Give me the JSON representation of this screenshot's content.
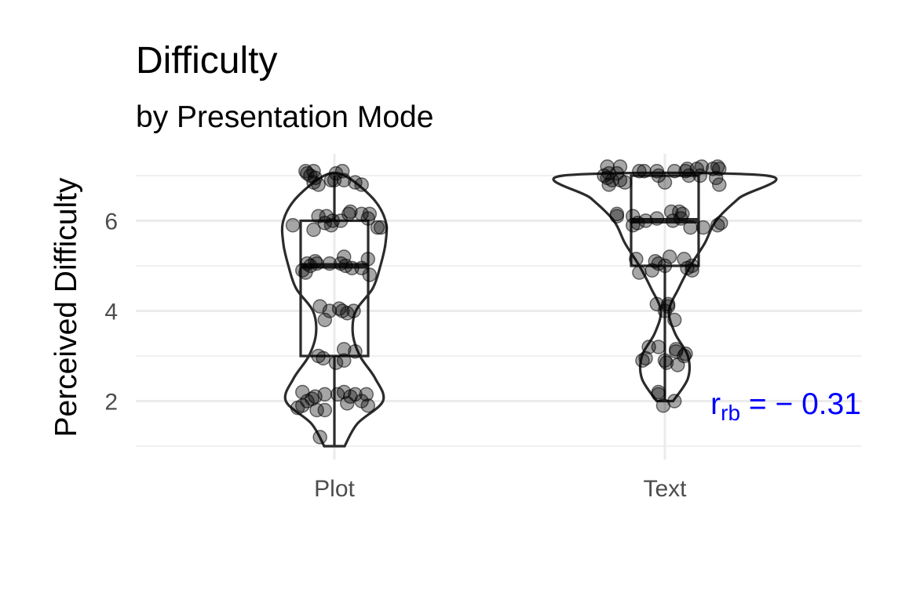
{
  "chart_data": {
    "type": "violin",
    "title": "Difficulty",
    "subtitle": "by Presentation Mode",
    "xlabel": "",
    "ylabel": "Perceived Difficulty",
    "categories": [
      "Plot",
      "Text"
    ],
    "ylim": [
      0.9,
      7.3
    ],
    "yticks": [
      2,
      4,
      6
    ],
    "grid": true,
    "annotation": {
      "symbol": "r",
      "subscript": "rb",
      "text": " = − 0.31",
      "color": "#0000ff"
    },
    "groups": [
      {
        "name": "Plot",
        "box": {
          "q1": 3,
          "median": 5,
          "q3": 6,
          "whisker_low": 1,
          "whisker_high": 7
        },
        "density_y": [
          1.0,
          1.5,
          2.0,
          2.5,
          3.0,
          3.5,
          4.0,
          4.5,
          5.0,
          5.5,
          6.0,
          6.5,
          7.0
        ],
        "density_w": [
          0.2,
          0.45,
          0.95,
          0.8,
          0.5,
          0.36,
          0.42,
          0.75,
          0.9,
          1.0,
          1.0,
          0.75,
          0.2
        ],
        "points": [
          [
            1.2,
            -0.09
          ],
          [
            1.8,
            -0.11
          ],
          [
            1.8,
            -0.06
          ],
          [
            1.85,
            -0.23
          ],
          [
            1.9,
            -0.2
          ],
          [
            1.95,
            0.08
          ],
          [
            1.9,
            0.21
          ],
          [
            2.0,
            -0.17
          ],
          [
            2.05,
            -0.14
          ],
          [
            2.0,
            0.17
          ],
          [
            2.1,
            -0.12
          ],
          [
            2.1,
            0.1
          ],
          [
            2.15,
            -0.06
          ],
          [
            2.15,
            0.2
          ],
          [
            2.2,
            -0.2
          ],
          [
            2.2,
            0.06
          ],
          [
            2.15,
            0.13
          ],
          [
            2.15,
            0.02
          ],
          [
            2.85,
            0.01
          ],
          [
            2.9,
            0.06
          ],
          [
            2.95,
            -0.07
          ],
          [
            3.0,
            -0.1
          ],
          [
            3.1,
            0.13
          ],
          [
            3.15,
            0.06
          ],
          [
            3.8,
            -0.06
          ],
          [
            3.95,
            0.08
          ],
          [
            4.0,
            -0.03
          ],
          [
            4.0,
            0.12
          ],
          [
            4.05,
            0.03
          ],
          [
            4.1,
            -0.09
          ],
          [
            4.0,
            0.05
          ],
          [
            4.8,
            0.22
          ],
          [
            4.85,
            -0.18
          ],
          [
            4.9,
            -0.2
          ],
          [
            4.95,
            0.17
          ],
          [
            4.95,
            0.11
          ],
          [
            5.0,
            -0.15
          ],
          [
            5.0,
            0.07
          ],
          [
            5.05,
            -0.17
          ],
          [
            5.05,
            -0.11
          ],
          [
            5.05,
            -0.03
          ],
          [
            5.05,
            0.04
          ],
          [
            5.1,
            -0.12
          ],
          [
            5.15,
            0.21
          ],
          [
            5.2,
            0.06
          ],
          [
            5.8,
            -0.13
          ],
          [
            5.85,
            0.27
          ],
          [
            5.85,
            0.29
          ],
          [
            5.9,
            -0.26
          ],
          [
            5.9,
            -0.02
          ],
          [
            5.95,
            -0.06
          ],
          [
            6.0,
            0.04
          ],
          [
            6.0,
            -0.01
          ],
          [
            6.05,
            0.21
          ],
          [
            6.1,
            -0.1
          ],
          [
            6.1,
            -0.05
          ],
          [
            6.15,
            0.17
          ],
          [
            6.15,
            0.22
          ],
          [
            6.15,
            0.09
          ],
          [
            6.2,
            0.1
          ],
          [
            6.8,
            -0.1
          ],
          [
            6.8,
            0.17
          ],
          [
            6.85,
            0.13
          ],
          [
            6.85,
            -0.13
          ],
          [
            6.9,
            -0.02
          ],
          [
            6.9,
            0.0
          ],
          [
            6.9,
            0.06
          ],
          [
            6.95,
            -0.12
          ],
          [
            7.0,
            -0.15
          ],
          [
            7.05,
            -0.17
          ],
          [
            7.05,
            0.01
          ],
          [
            7.1,
            0.05
          ],
          [
            7.1,
            -0.13
          ],
          [
            7.1,
            -0.18
          ]
        ]
      },
      {
        "name": "Text",
        "box": {
          "q1": 5,
          "median": 6,
          "q3": 7,
          "whisker_low": 2,
          "whisker_high": 7
        },
        "density_y": [
          2.0,
          2.5,
          3.0,
          3.5,
          4.0,
          4.5,
          5.0,
          5.5,
          6.0,
          6.5,
          7.0
        ],
        "density_w": [
          0.16,
          0.45,
          0.45,
          0.2,
          0.08,
          0.27,
          0.5,
          0.78,
          1.0,
          1.45,
          2.0
        ],
        "points": [
          [
            1.9,
            -0.01
          ],
          [
            2.0,
            0.06
          ],
          [
            2.15,
            -0.04
          ],
          [
            2.2,
            -0.04
          ],
          [
            2.8,
            0.08
          ],
          [
            2.85,
            0.01
          ],
          [
            2.9,
            0.0
          ],
          [
            2.9,
            -0.14
          ],
          [
            2.95,
            -0.12
          ],
          [
            3.0,
            0.12
          ],
          [
            3.05,
            0.13
          ],
          [
            3.1,
            0.07
          ],
          [
            3.15,
            0.07
          ],
          [
            3.2,
            -0.04
          ],
          [
            3.2,
            -0.1
          ],
          [
            3.8,
            0.06
          ],
          [
            4.0,
            0.0
          ],
          [
            4.1,
            0.02
          ],
          [
            4.15,
            -0.05
          ],
          [
            4.15,
            0.02
          ],
          [
            4.85,
            -0.16
          ],
          [
            4.9,
            -0.08
          ],
          [
            4.9,
            0.17
          ],
          [
            4.95,
            0.14
          ],
          [
            5.0,
            0.0
          ],
          [
            5.0,
            0.17
          ],
          [
            5.05,
            -0.04
          ],
          [
            5.1,
            -0.06
          ],
          [
            5.15,
            -0.18
          ],
          [
            5.15,
            0.12
          ],
          [
            5.2,
            0.03
          ],
          [
            5.85,
            0.16
          ],
          [
            5.85,
            0.24
          ],
          [
            5.9,
            -0.2
          ],
          [
            5.9,
            0.33
          ],
          [
            5.95,
            0.35
          ],
          [
            5.95,
            -0.17
          ],
          [
            6.0,
            -0.12
          ],
          [
            6.0,
            0.05
          ],
          [
            6.05,
            0.1
          ],
          [
            6.05,
            -0.05
          ],
          [
            6.1,
            -0.3
          ],
          [
            6.1,
            -0.2
          ],
          [
            6.15,
            -0.3
          ],
          [
            6.15,
            0.11
          ],
          [
            6.2,
            0.04
          ],
          [
            6.2,
            0.09
          ],
          [
            6.8,
            -0.35
          ],
          [
            6.8,
            0.34
          ],
          [
            6.85,
            0.0
          ],
          [
            6.85,
            -0.25
          ],
          [
            6.9,
            -0.28
          ],
          [
            6.9,
            -0.33
          ],
          [
            6.95,
            0.32
          ],
          [
            6.95,
            -0.36
          ],
          [
            7.0,
            0.15
          ],
          [
            7.0,
            -0.04
          ],
          [
            7.0,
            -0.38
          ],
          [
            7.0,
            0.22
          ],
          [
            7.05,
            -0.35
          ],
          [
            7.05,
            -0.3
          ],
          [
            7.1,
            -0.16
          ],
          [
            7.1,
            0.13
          ],
          [
            7.1,
            -0.13
          ],
          [
            7.1,
            0.06
          ],
          [
            7.1,
            -0.05
          ],
          [
            7.15,
            0.3
          ],
          [
            7.15,
            0.34
          ],
          [
            7.15,
            0.2
          ],
          [
            7.15,
            0.14
          ],
          [
            7.2,
            0.33
          ],
          [
            7.2,
            0.23
          ],
          [
            7.2,
            -0.36
          ],
          [
            7.2,
            -0.28
          ]
        ]
      }
    ]
  }
}
